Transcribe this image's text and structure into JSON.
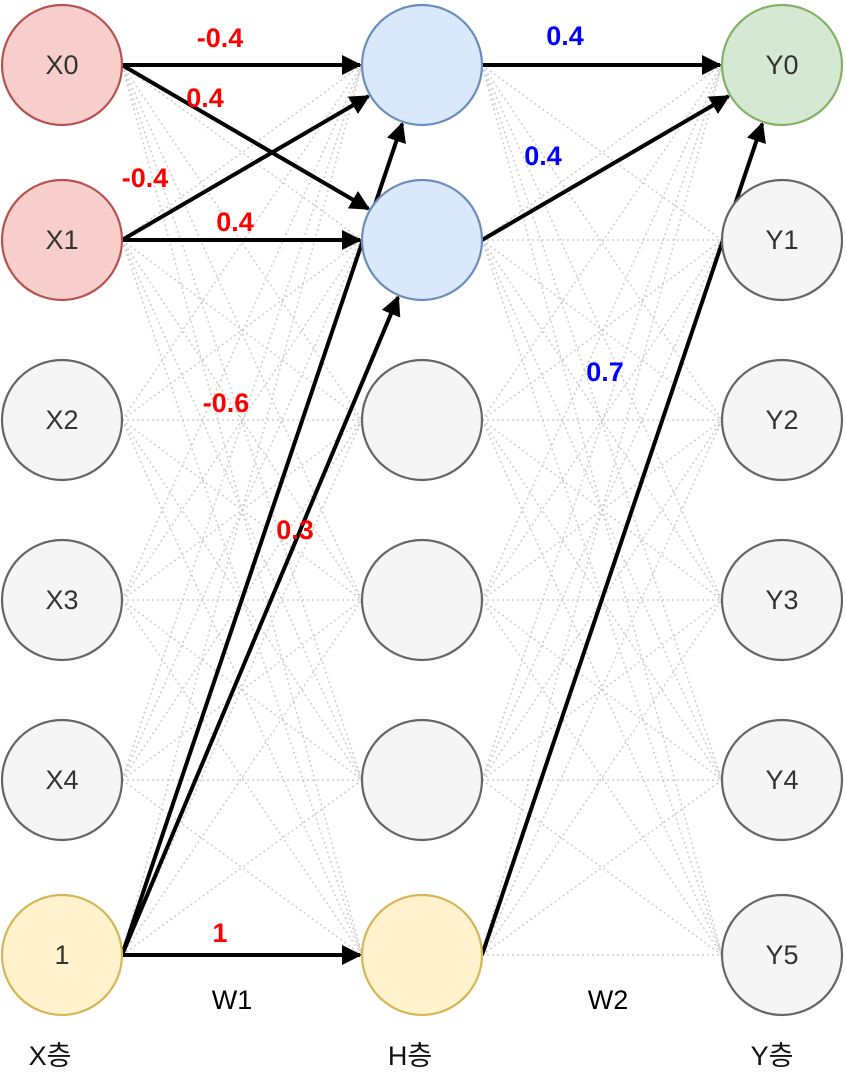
{
  "colors": {
    "input_active_fill": "#f8cecc",
    "input_active_stroke": "#b85450",
    "inactive_fill": "#f5f5f5",
    "inactive_stroke": "#666666",
    "bias_fill": "#fff2cc",
    "bias_stroke": "#d6b656",
    "hidden_active_fill": "#dae8fc",
    "hidden_active_stroke": "#6c8ebf",
    "output_active_fill": "#d5e8d4",
    "output_active_stroke": "#82b366",
    "w1_color": "#ff0000",
    "w2_color": "#0000ff"
  },
  "layers": {
    "x": {
      "label": "X층",
      "nodes": [
        "X0",
        "X1",
        "X2",
        "X3",
        "X4",
        "1"
      ]
    },
    "h": {
      "label": "H층",
      "nodes": [
        "",
        "",
        "",
        "",
        "",
        ""
      ]
    },
    "y": {
      "label": "Y층",
      "nodes": [
        "Y0",
        "Y1",
        "Y2",
        "Y3",
        "Y4",
        "Y5"
      ]
    }
  },
  "weights_labels": {
    "w1": "W1",
    "w2": "W2"
  },
  "w1_edges": [
    {
      "from": 0,
      "to": 0,
      "weight": "-0.4"
    },
    {
      "from": 0,
      "to": 1,
      "weight": "0.4"
    },
    {
      "from": 1,
      "to": 0,
      "weight": "-0.4"
    },
    {
      "from": 1,
      "to": 1,
      "weight": "0.4"
    },
    {
      "from": 5,
      "to": 0,
      "weight": "-0.6"
    },
    {
      "from": 5,
      "to": 1,
      "weight": "0.3"
    },
    {
      "from": 5,
      "to": 5,
      "weight": "1"
    }
  ],
  "w2_edges": [
    {
      "from": 0,
      "to": 0,
      "weight": "0.4"
    },
    {
      "from": 1,
      "to": 0,
      "weight": "0.4"
    },
    {
      "from": 5,
      "to": 0,
      "weight": "0.7"
    }
  ]
}
